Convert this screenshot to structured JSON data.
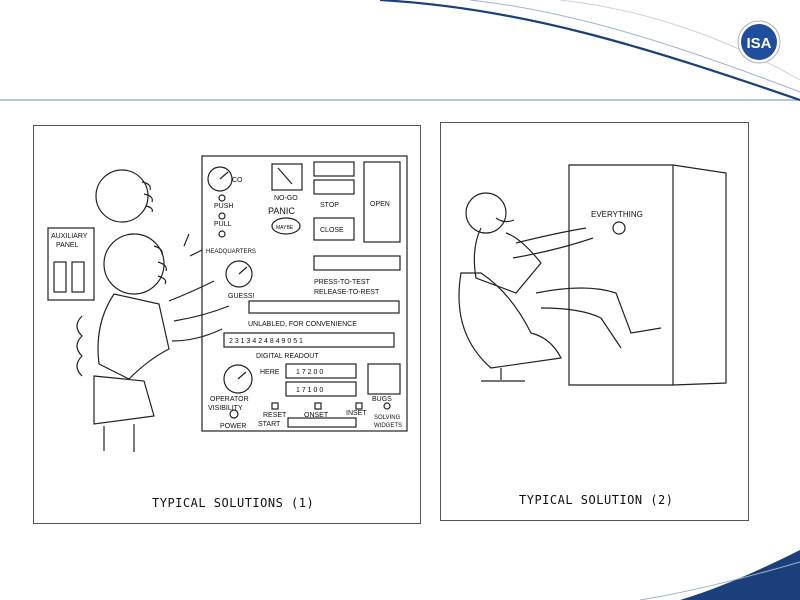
{
  "logo": {
    "text": "ISA"
  },
  "cartoon1": {
    "caption": "TYPICAL SOLUTIONS (1)",
    "labels": {
      "auxiliary_panel_1": "AUXILIARY",
      "auxiliary_panel_2": "PANEL",
      "co": "CO",
      "no_go": "NO-GO",
      "push": "PUSH",
      "panic": "PANIC",
      "stop": "STOP",
      "open": "OPEN",
      "pull": "PULL",
      "maybe": "MAYBE",
      "close": "CLOSE",
      "headquarters": "HEADQUARTERS",
      "guess": "GUESS!",
      "press_to_test": "PRESS-TO-TEST",
      "release_to_rest": "RELEASE-TO-REST",
      "unlabled": "UNLABLED, FOR CONVENIENCE",
      "digits": "2 3 1 3 4 2 4 8 4 9 0 5 1",
      "digital_readout": "DIGITAL READOUT",
      "here": "HERE",
      "readout_1": "1 7 2 0 0",
      "readout_2": "1 7 1 0 0",
      "bugs": "BUGS",
      "operator_visibility_1": "OPERATOR",
      "operator_visibility_2": "VISIBILITY",
      "reset": "RESET",
      "onset": "ONSET",
      "inset": "INSET",
      "solving_widgets_1": "SOLVING",
      "solving_widgets_2": "WIDGETS",
      "power": "POWER",
      "start": "START"
    }
  },
  "cartoon2": {
    "caption": "TYPICAL SOLUTION (2)",
    "labels": {
      "everything": "EVERYTHING"
    }
  }
}
